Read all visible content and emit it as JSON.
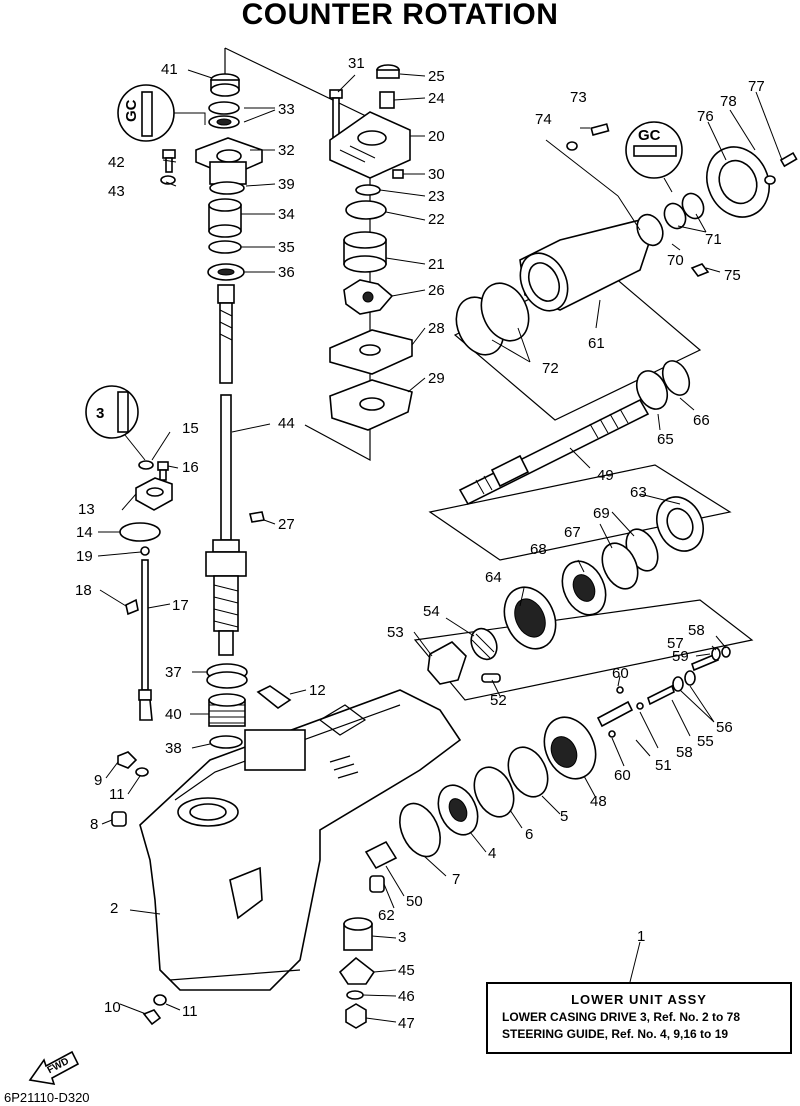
{
  "title": "COUNTER ROTATION",
  "diagram_code": "6P21110-D320",
  "fwd_label": "FWD",
  "legend": {
    "header": "LOWER UNIT ASSY",
    "line1": "LOWER CASING DRIVE 3, Ref. No. 2 to 78",
    "line2": "STEERING GUIDE,  Ref. No. 4, 9,16 to 19"
  },
  "callout_icon_text": "3",
  "part_numbers": {
    "p1": "1",
    "p2": "2",
    "p3": "3",
    "p4": "4",
    "p5": "5",
    "p6": "6",
    "p7": "7",
    "p8": "8",
    "p9": "9",
    "p10": "10",
    "p11a": "11",
    "p11b": "11",
    "p12": "12",
    "p13": "13",
    "p14": "14",
    "p15": "15",
    "p16": "16",
    "p17": "17",
    "p18": "18",
    "p19": "19",
    "p20": "20",
    "p21": "21",
    "p22": "22",
    "p23": "23",
    "p24": "24",
    "p25": "25",
    "p26": "26",
    "p27": "27",
    "p28": "28",
    "p29": "29",
    "p30": "30",
    "p31": "31",
    "p32": "32",
    "p33": "33",
    "p34": "34",
    "p35": "35",
    "p36": "36",
    "p37": "37",
    "p38": "38",
    "p39": "39",
    "p40": "40",
    "p41": "41",
    "p42": "42",
    "p43": "43",
    "p44": "44",
    "p45": "45",
    "p46": "46",
    "p47": "47",
    "p48": "48",
    "p49": "49",
    "p50": "50",
    "p51": "51",
    "p52": "52",
    "p53": "53",
    "p54": "54",
    "p55": "55",
    "p56": "56",
    "p57": "57",
    "p58a": "58",
    "p58b": "58",
    "p59": "59",
    "p60a": "60",
    "p60b": "60",
    "p61": "61",
    "p62": "62",
    "p63": "63",
    "p64": "64",
    "p65": "65",
    "p66": "66",
    "p67": "67",
    "p68": "68",
    "p69": "69",
    "p70": "70",
    "p71": "71",
    "p72": "72",
    "p73": "73",
    "p74": "74",
    "p75": "75",
    "p76": "76",
    "p77": "77",
    "p78": "78"
  }
}
